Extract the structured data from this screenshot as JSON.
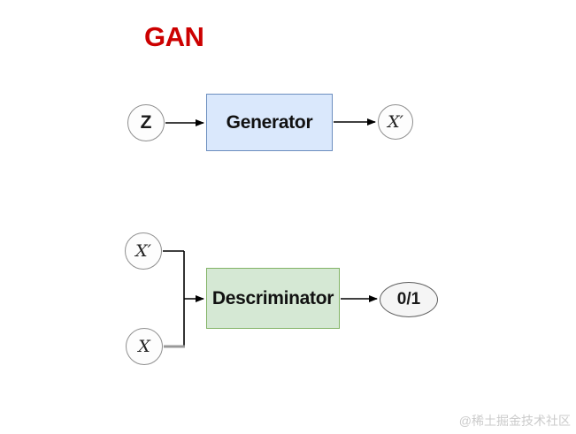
{
  "title": {
    "text": "GAN",
    "color": "#cc0000"
  },
  "generator_flow": {
    "input_label": "Z",
    "box_label": "Generator",
    "output_label": "X′"
  },
  "discriminator_flow": {
    "fake_input_label": "X′",
    "real_input_label": "X",
    "box_label": "Descriminator",
    "output_label": "0/1"
  },
  "watermark": "@稀土掘金技术社区",
  "colors": {
    "generator_box_fill": "#dae8fc",
    "generator_box_border": "#6c8ebf",
    "discriminator_box_fill": "#d5e8d4",
    "discriminator_box_border": "#82b366",
    "node_fill": "#fdfdfd",
    "node_border": "#8f8f8f",
    "output_ellipse_fill": "#f5f5f5",
    "connector_black": "#000000",
    "connector_gray": "#999999",
    "title_red": "#cc0000",
    "watermark_gray": "#cbcbcb"
  }
}
